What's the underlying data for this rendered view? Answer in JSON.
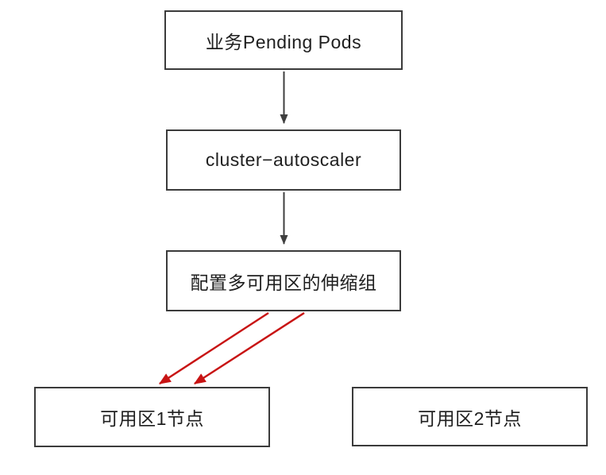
{
  "diagram": {
    "type": "flowchart",
    "background": "#ffffff",
    "colors": {
      "box_border": "#3b3b3b",
      "box_text": "#1f1f1f",
      "connector": "#3f3f3f",
      "highlight_arrow": "#c81414"
    },
    "nodes": [
      {
        "id": "pending-pods",
        "label": "业务Pending Pods"
      },
      {
        "id": "cluster-autoscaler",
        "label": "cluster−autoscaler"
      },
      {
        "id": "multi-az-scaling-group",
        "label": "配置多可用区的伸缩组"
      },
      {
        "id": "az1-nodes",
        "label": "可用区1节点"
      },
      {
        "id": "az2-nodes",
        "label": "可用区2节点"
      }
    ],
    "edges": [
      {
        "from": "pending-pods",
        "to": "cluster-autoscaler",
        "style": "dark-vertical-arrow"
      },
      {
        "from": "cluster-autoscaler",
        "to": "multi-az-scaling-group",
        "style": "dark-vertical-arrow"
      },
      {
        "from": "multi-az-scaling-group",
        "to": "az1-nodes",
        "style": "red-diagonal-arrow"
      },
      {
        "from": "multi-az-scaling-group",
        "to": "az1-nodes",
        "style": "red-diagonal-arrow"
      }
    ]
  }
}
